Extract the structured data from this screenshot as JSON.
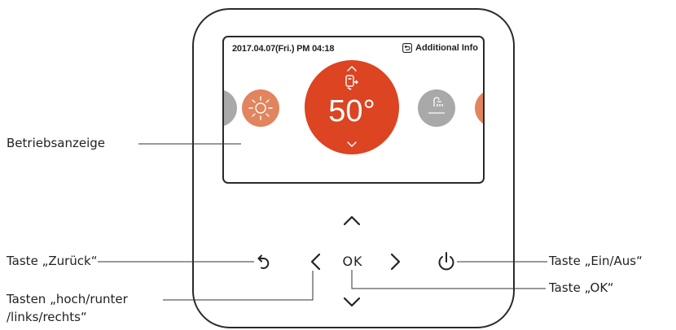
{
  "screen": {
    "datetime": "2017.04.07(Fri.)  PM 04:18",
    "additional_info_label": "Additional Info",
    "info_icon": "back-arrow-icon",
    "temperature": "50°",
    "modes": [
      {
        "name": "gray-mode-partial-icon",
        "color": "#a9a9a9"
      },
      {
        "name": "sun-icon",
        "color": "#e2845e"
      },
      {
        "name": "hot-water-icon",
        "color": "#dc4422"
      },
      {
        "name": "shower-icon",
        "color": "#a9a9a9"
      },
      {
        "name": "orange-mode-partial-icon",
        "color": "#e2845e"
      }
    ]
  },
  "buttons": {
    "ok_label": "OK",
    "icons": [
      "back-icon",
      "left-arrow-icon",
      "up-arrow-icon",
      "right-arrow-icon",
      "down-arrow-icon",
      "power-icon"
    ]
  },
  "callouts": {
    "display": "Betriebsanzeige",
    "back": "Taste „Zurück“",
    "nav_line1": "Tasten „hoch/runter",
    "nav_line2": "/links/rechts“",
    "power": "Taste „Ein/Aus“",
    "ok": "Taste „OK“"
  },
  "colors": {
    "accent": "#dc4422",
    "accent_light": "#e2845e",
    "inactive": "#a9a9a9",
    "outline": "#2a2a2a"
  }
}
